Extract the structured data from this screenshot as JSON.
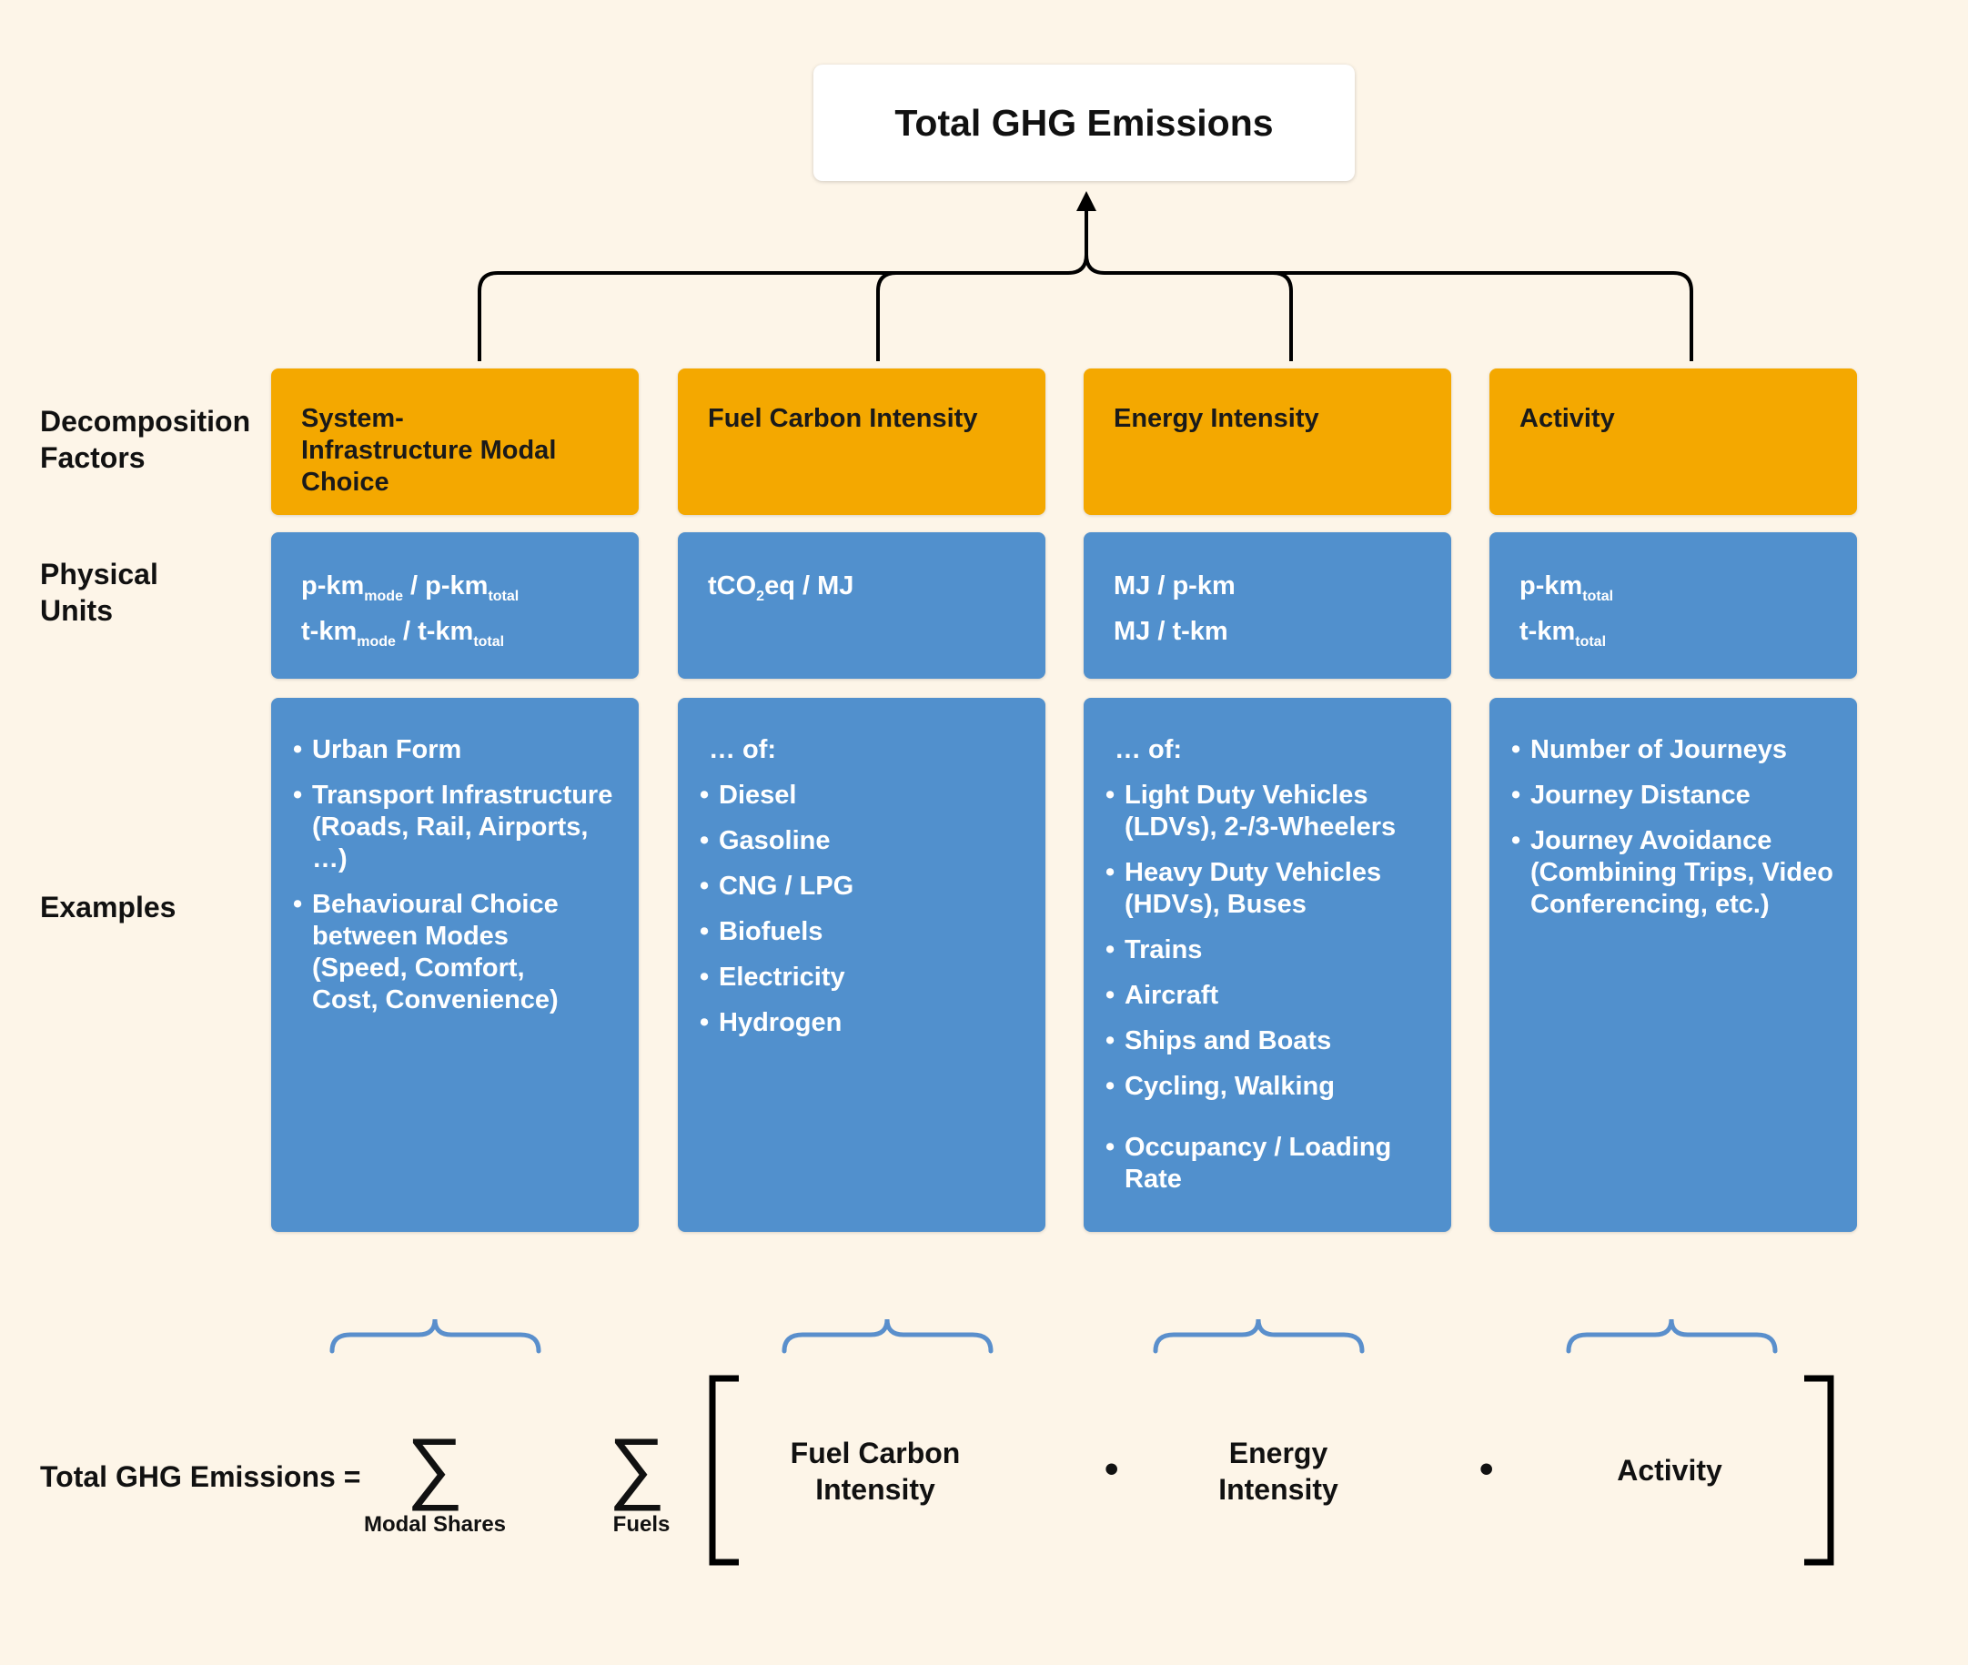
{
  "title": "Total GHG Emissions",
  "row_labels": {
    "decomposition": "Decomposition Factors",
    "physical": "Physical Units",
    "examples": "Examples"
  },
  "columns": [
    {
      "factor": "System-Infrastructure Modal Choice",
      "examples": {
        "intro": "",
        "items": [
          "Urban Form",
          "Transport Infrastructure (Roads, Rail, Airports, …)",
          "Behavioural Choice between Modes (Speed, Comfort, Cost, Convenience)"
        ]
      }
    },
    {
      "factor": "Fuel Carbon Intensity",
      "examples": {
        "intro": "… of:",
        "items": [
          "Diesel",
          "Gasoline",
          "CNG / LPG",
          "Biofuels",
          "Electricity",
          "Hydrogen"
        ]
      }
    },
    {
      "factor": "Energy Intensity",
      "examples": {
        "intro": "… of:",
        "items": [
          "Light Duty Vehicles (LDVs), 2-/3-Wheelers",
          "Heavy Duty Vehicles (HDVs), Buses",
          "Trains",
          "Aircraft",
          "Ships and Boats",
          "Cycling, Walking",
          "Occupancy / Loading Rate"
        ]
      }
    },
    {
      "factor": "Activity",
      "examples": {
        "intro": "",
        "items": [
          "Number of Journeys",
          "Journey Distance",
          "Journey Avoidance (Combining Trips, Video Conferencing, etc.)"
        ]
      }
    }
  ],
  "units": {
    "col1": {
      "l1_a": "p-km",
      "l1_a_sub": "mode",
      "l1_sep": " / p-km",
      "l1_b_sub": "total",
      "l2_a": "t-km",
      "l2_a_sub": "mode",
      "l2_sep": " / t-km",
      "l2_b_sub": "total"
    },
    "col2": {
      "pre": "tCO",
      "sub": "2",
      "post": "eq / MJ"
    },
    "col3": {
      "l1": "MJ / p-km",
      "l2": "MJ / t-km"
    },
    "col4": {
      "l1": "p-km",
      "l1_sub": "total",
      "l2": "t-km",
      "l2_sub": "total"
    }
  },
  "formula": {
    "lhs": "Total GHG Emissions =",
    "sigma": "∑",
    "sum1_label": "Modal Shares",
    "sum2_label": "Fuels",
    "term1": "Fuel Carbon Intensity",
    "term2": "Energy Intensity",
    "term3": "Activity",
    "dot": "•"
  },
  "colors": {
    "background": "#fdf5e8",
    "factor_orange": "#f4a800",
    "box_blue": "#5190cd",
    "brace_blue": "#5a8fcc",
    "connector": "#000000"
  }
}
